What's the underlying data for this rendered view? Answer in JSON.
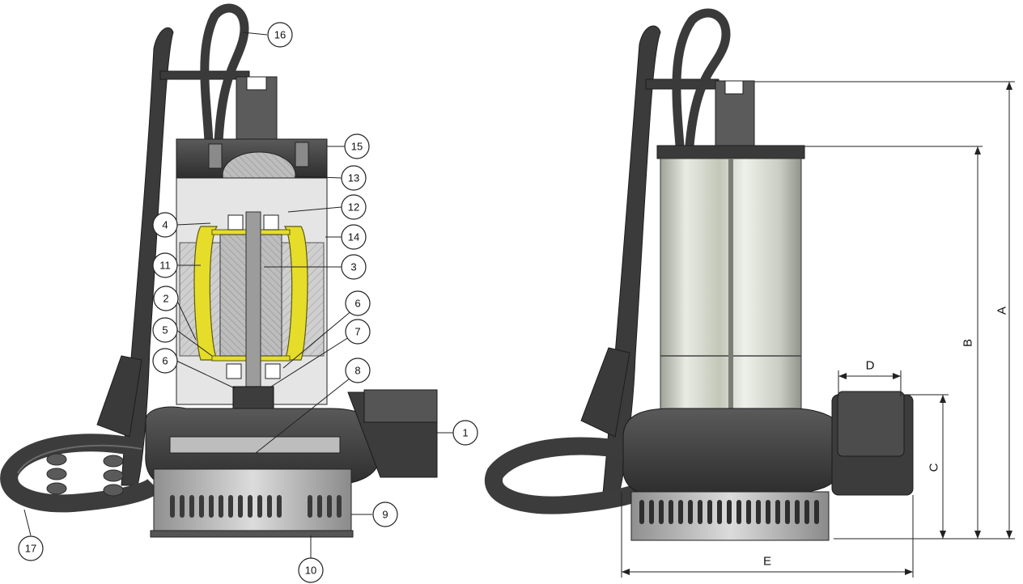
{
  "left_view": {
    "callouts": [
      "1",
      "2",
      "3",
      "4",
      "5",
      "6",
      "6",
      "7",
      "8",
      "9",
      "10",
      "11",
      "12",
      "13",
      "14",
      "15",
      "16",
      "17"
    ]
  },
  "right_view": {
    "dimensions": [
      "A",
      "B",
      "C",
      "D",
      "E"
    ]
  },
  "colors": {
    "housing": "#4a4a4a",
    "housing_dark": "#2f2f2f",
    "cable": "#3a3a3a",
    "stator_hatch": "#c9c9c9",
    "winding": "#e6dd2a",
    "steel_light": "#e4e6df",
    "steel_mid": "#b9bcb3",
    "grille": "#bdbdbd"
  }
}
